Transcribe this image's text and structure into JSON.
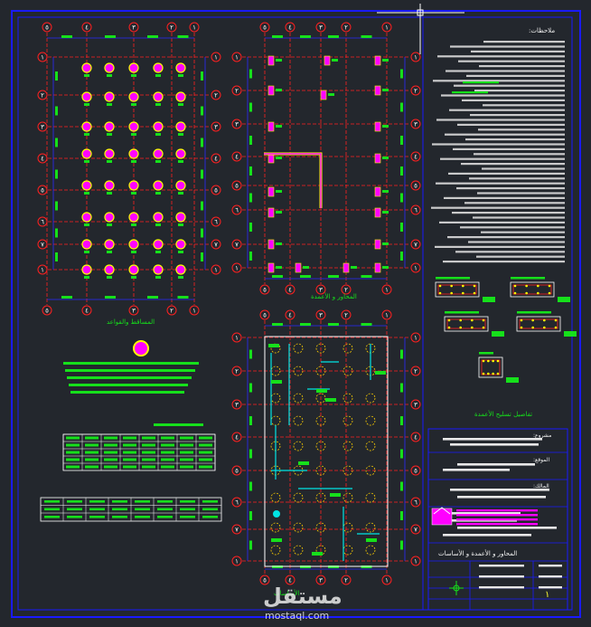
{
  "drawing": {
    "plan_titles": {
      "columns_footings": "المساقط والقواعد",
      "columns": "المحاور و الأعمدة",
      "foundations": "الأساسات",
      "column_details": "تفاصيل تسليح الأعمدة"
    },
    "grid_labels": {
      "columns": [
        "١",
        "٢",
        "٣",
        "٤",
        "٥"
      ],
      "rows": [
        "١",
        "٢",
        "٣",
        "٤",
        "٥",
        "٦",
        "٧"
      ]
    },
    "notes_title": "ملاحظات:",
    "title_block": {
      "project_label": "مشروع:",
      "owner_label": "المالك:",
      "location_label": "الموقع:",
      "sheet_title": "المحاور و الأعمدة و الأساسات",
      "sheet_number": "١"
    },
    "watermark": {
      "text": "مستقل",
      "url": "mostaql.com"
    },
    "colors": {
      "background": "#23272d",
      "frame": "#1a1aff",
      "grid": "#ff2020",
      "column": "#ff00ff",
      "text": "#16e01b",
      "dim": "#2a2aff",
      "rebar": "#00e5e5",
      "footing": "#ffd000"
    }
  }
}
